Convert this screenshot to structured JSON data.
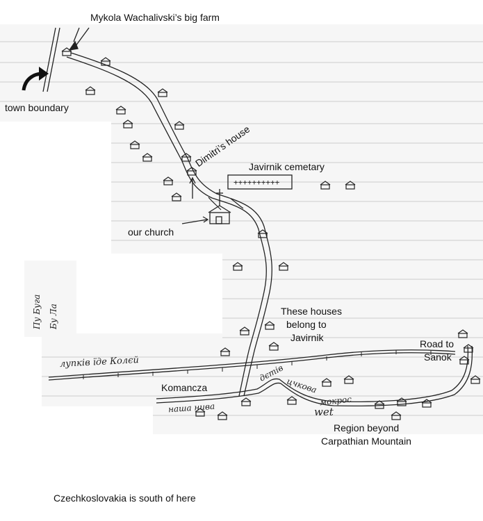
{
  "map": {
    "labels": {
      "farm": "Mykola Wachalivski’s big farm",
      "boundary": "town boundary",
      "dimitri": "Dimitri’s house",
      "cemetary": "Javirnik cemetary",
      "church": "our church",
      "javirnik_houses_1": "These houses",
      "javirnik_houses_2": "belong to",
      "javirnik_houses_3": "Javirnik",
      "sanok_1": "Road to",
      "sanok_2": "Sanok",
      "komancza": "Komancza",
      "carpathian_1": "Region beyond",
      "carpathian_2": "Carpathian Mountain",
      "wet": "wet",
      "footer": "Czechkoslovakia is south of here"
    },
    "handwriting": {
      "railway": "лупкiв їде Колєй",
      "our_village": "наша нива",
      "children": "дєтів",
      "water": "цчкова",
      "mokros": "мокрос",
      "side": "Пу Буга",
      "side2": "Бу Ла"
    },
    "colors": {
      "ink": "#222222",
      "paper_lines": "#c9c9c9",
      "paper": "#f3f3f3"
    }
  }
}
